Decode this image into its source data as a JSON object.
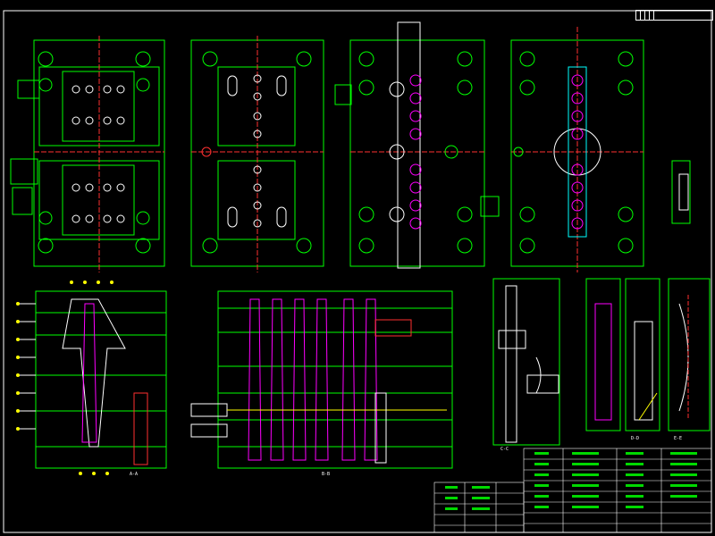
{
  "drawing": {
    "title_block_cells": [
      "",
      "",
      "",
      ""
    ],
    "view_labels": [
      "A-A",
      "B-B",
      "C-C",
      "D-D",
      "E-E"
    ],
    "colors": {
      "background": "#000000",
      "frame": "#ffffff",
      "mold_plates": "#00ff00",
      "cavity": "#ff00ff",
      "dimension": "#ff3030",
      "hidden": "#ffff00",
      "annotation": "#00ffff",
      "text": "#ffffff"
    }
  }
}
